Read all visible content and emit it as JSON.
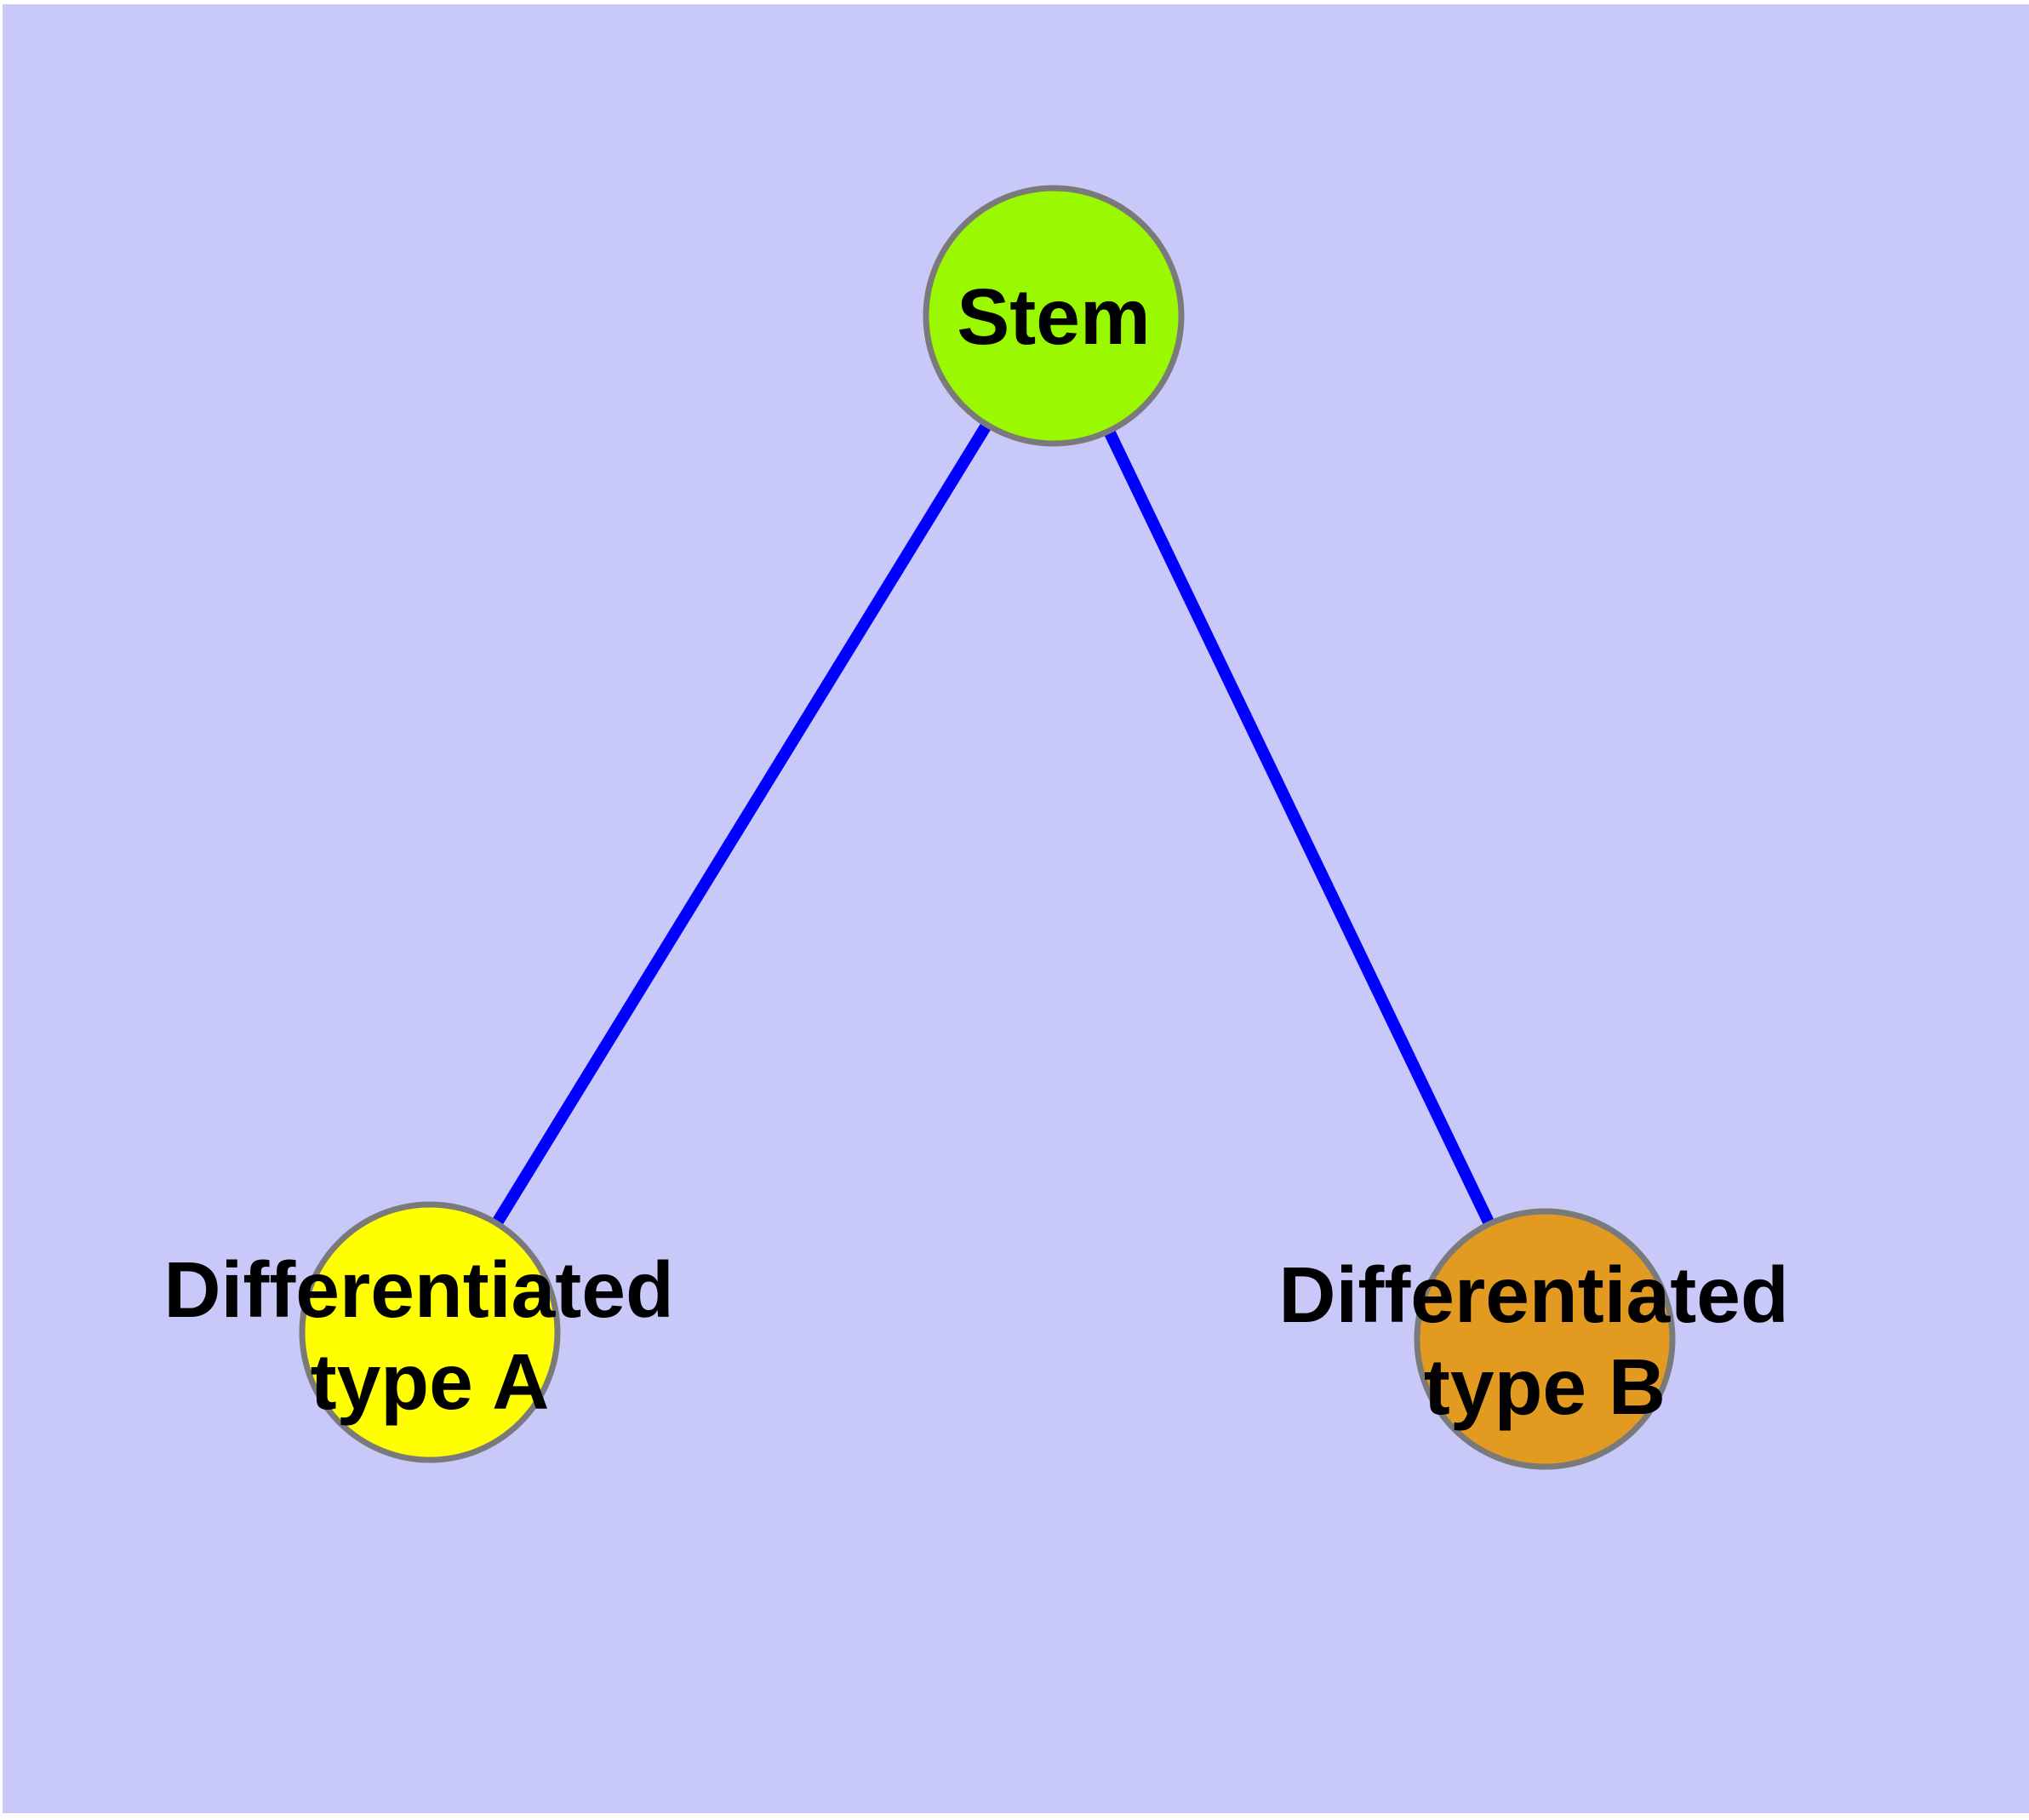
{
  "diagram": {
    "description": "Stem cell differentiation graph: a Stem node connected by two edges to Differentiated type A and Differentiated type B nodes",
    "colors": {
      "page_background": "#ffffff",
      "canvas_background": "#c9c9f9",
      "node_border": "#7a7a7a",
      "edge": "#0000ff",
      "label_text": "#000000"
    },
    "nodes": [
      {
        "id": "stem",
        "label": "Stem",
        "fill": "#9af900"
      },
      {
        "id": "differentiated-type-a",
        "label_line1": "Differentiated",
        "label_line2": "type A",
        "fill": "#ffff00"
      },
      {
        "id": "differentiated-type-b",
        "label_line1": "Differentiated",
        "label_line2": "type B",
        "fill": "#e29b20"
      }
    ],
    "edges": [
      {
        "id": "stem-to-type-a",
        "from": "stem",
        "to": "differentiated-type-a"
      },
      {
        "id": "stem-to-type-b",
        "from": "stem",
        "to": "differentiated-type-b"
      }
    ]
  }
}
